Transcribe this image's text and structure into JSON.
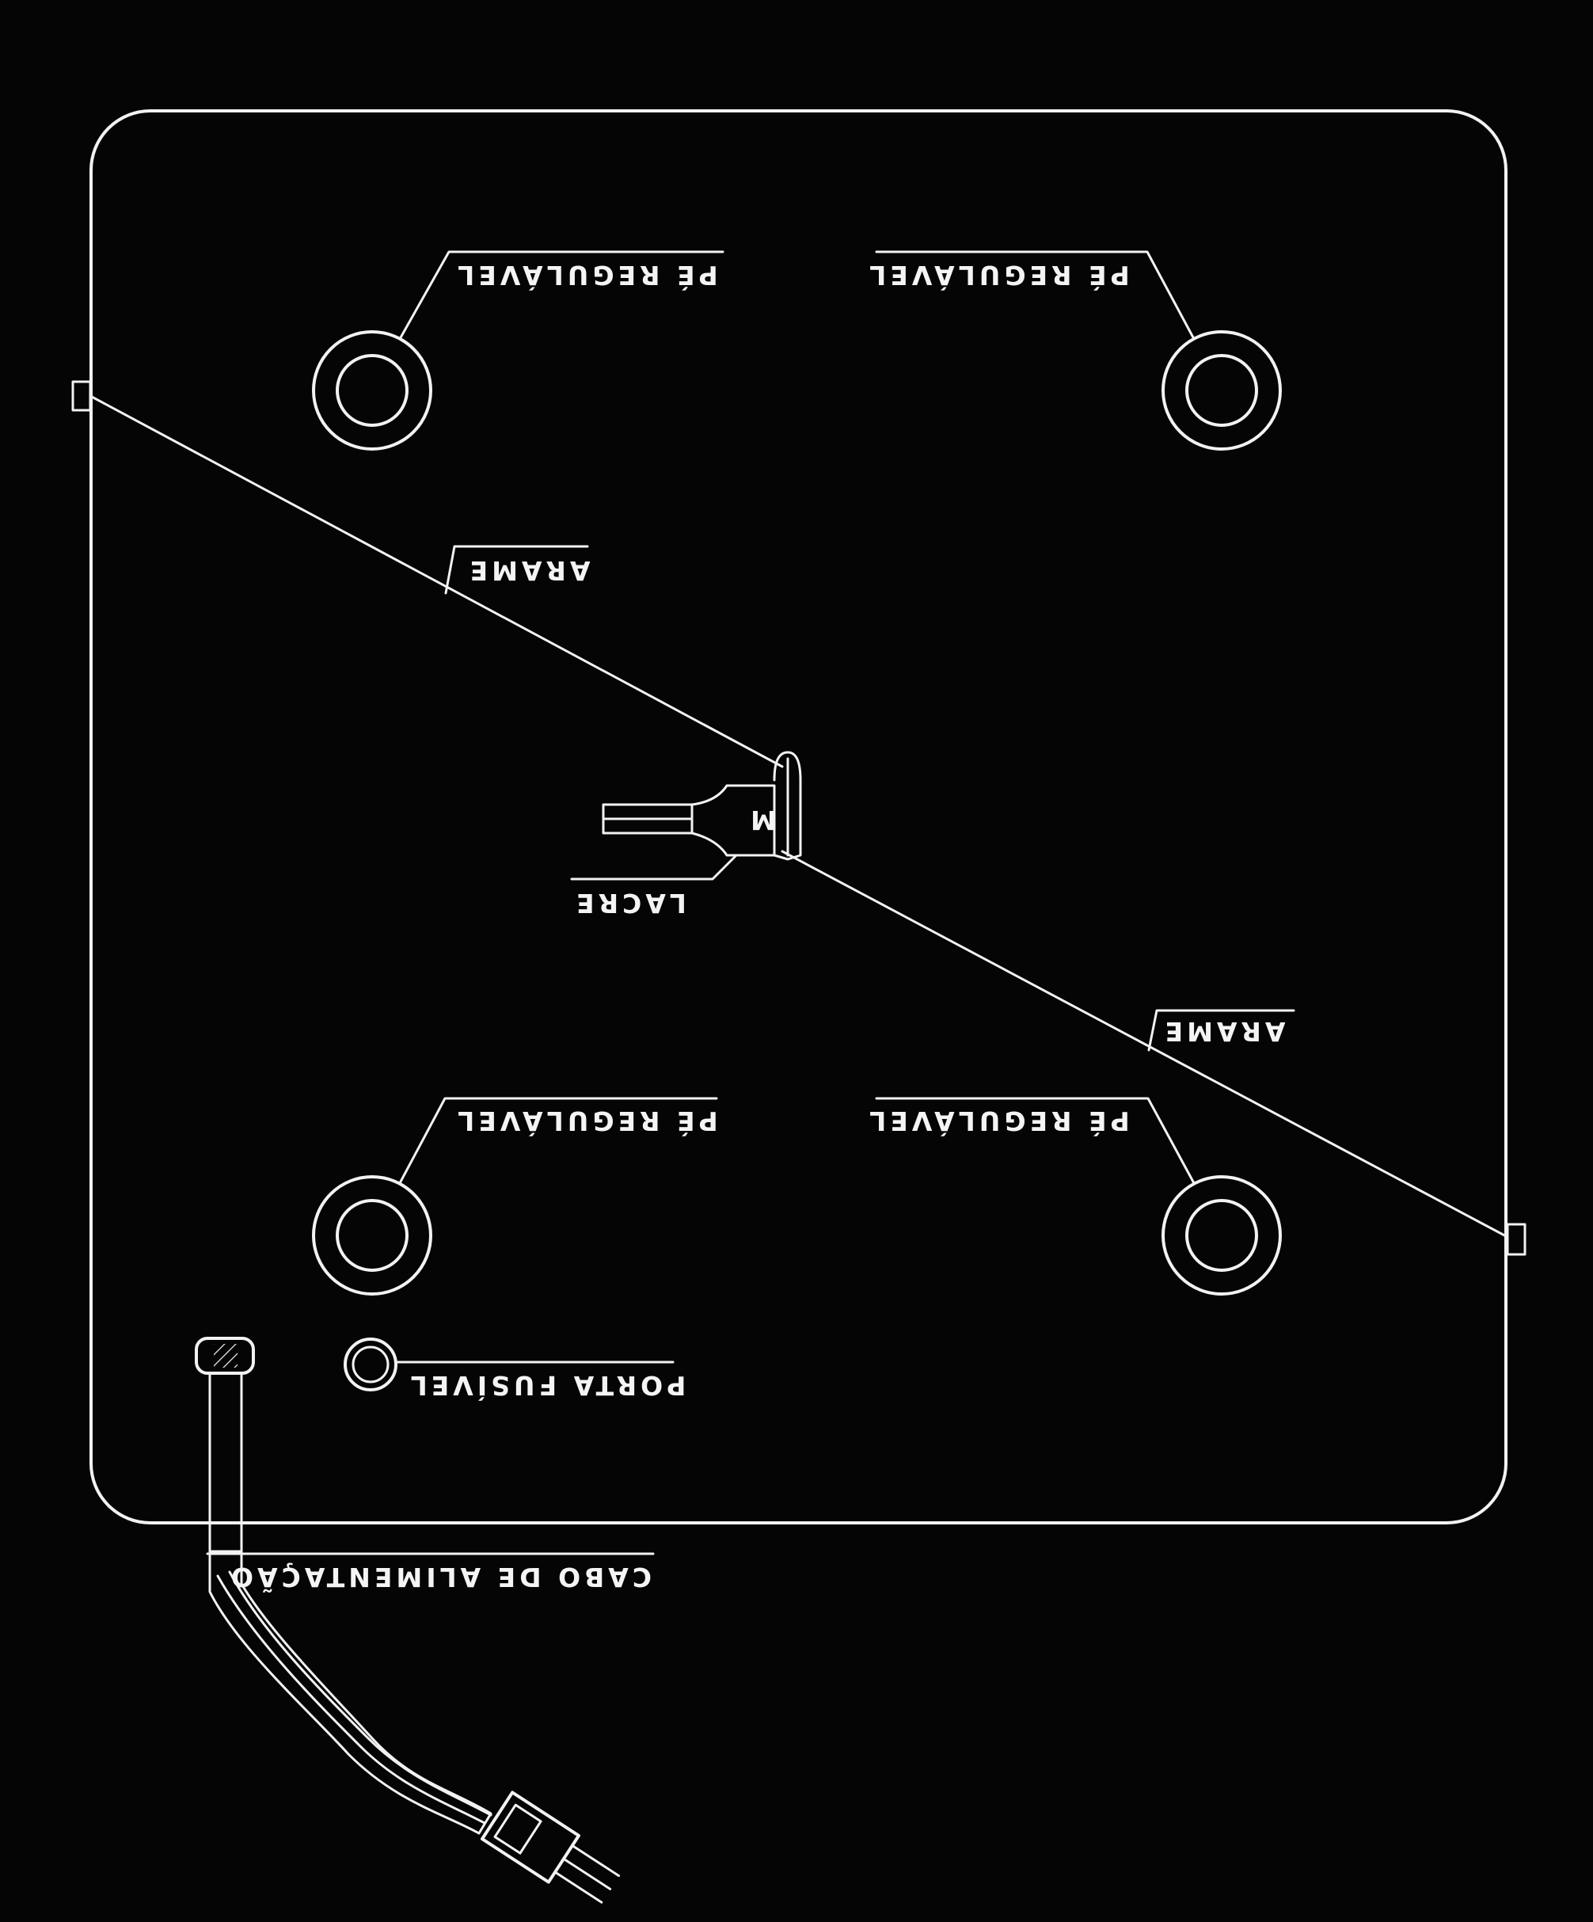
{
  "colors": {
    "background": "#050505",
    "line": "#f2f2f2"
  },
  "labels": {
    "foot_top_left": "PÉ REGULÁVEL",
    "foot_top_right": "PÉ REGULÁVEL",
    "foot_bottom_left": "PÉ REGULÁVEL",
    "foot_bottom_right": "PÉ REGULÁVEL",
    "wire_upper": "ARAME",
    "wire_lower": "ARAME",
    "seal": "LACRE",
    "seal_mark": "M",
    "fuse_holder": "PORTA FUSÍVEL",
    "power_cable": "CABO DE ALIMENTAÇÃO"
  }
}
